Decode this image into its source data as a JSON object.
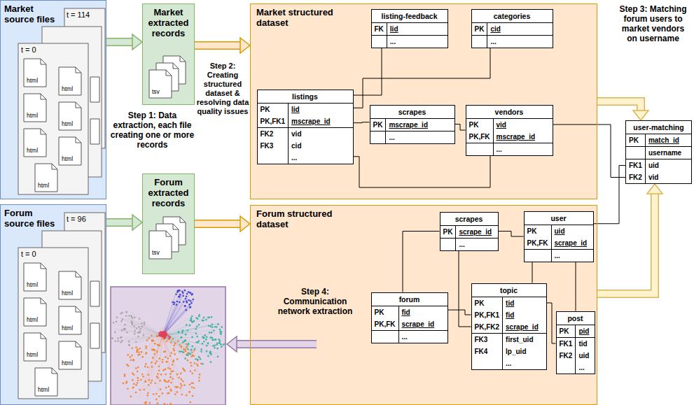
{
  "diagram": {
    "nodes": [
      {
        "text": [
          "Market source files"
        ]
      },
      {
        "text": [
          "Market extracted records"
        ]
      },
      {
        "text": [
          "Market structured dataset"
        ]
      },
      {
        "text": [
          "listing-feedback",
          "FK",
          "lid",
          "..."
        ],
        "in": 2
      },
      {
        "text": [
          "categories",
          "PK",
          "cid",
          "..."
        ],
        "in": 2
      },
      {
        "text": [
          "listings",
          "PK",
          "lid",
          "PK,FK1",
          "mscrape_id",
          "FK2",
          "vid",
          "FK3",
          "cid",
          "..."
        ],
        "in": 2
      },
      {
        "text": [
          "scrapes",
          "PK",
          "mscrape_id",
          "..."
        ],
        "in": 2
      },
      {
        "text": [
          "vendors",
          "PK",
          "vid",
          "PK,FK",
          "mscrape_id",
          "..."
        ],
        "in": 2
      },
      {
        "text": [
          "Forum source files"
        ]
      },
      {
        "text": [
          "Forum extracted records"
        ]
      },
      {
        "text": [
          "Forum structured dataset"
        ]
      },
      {
        "text": [
          "scrapes",
          "PK",
          "scrape_id",
          "..."
        ],
        "in": 10
      },
      {
        "text": [
          "user",
          "PK",
          "uid",
          "PK,FK",
          "scrape_id",
          "..."
        ],
        "in": 10
      },
      {
        "text": [
          "topic",
          "PK",
          "tid",
          "PK,FK1",
          "fid",
          "PK,FK2",
          "scrape_id",
          "FK3",
          "first_uid",
          "FK4",
          "lp_uid",
          "..."
        ],
        "in": 10
      },
      {
        "text": [
          "forum",
          "PK",
          "fid",
          "PK,FK",
          "scrape_id",
          "..."
        ],
        "in": 10
      },
      {
        "text": [
          "post",
          "PK",
          "pid",
          "FK1",
          "tid",
          "FK2",
          "uid",
          "..."
        ],
        "in": 10
      },
      {
        "text": [
          "user-matching",
          "PK",
          "match_id",
          "username",
          "FK1",
          "uid",
          "FK2",
          "vid"
        ]
      }
    ],
    "edges": [
      {
        "from": 0,
        "to": 1,
        "arrow": "to"
      },
      {
        "from": 1,
        "to": 2,
        "arrow": "to"
      },
      {
        "from": 8,
        "to": 9,
        "arrow": "to"
      },
      {
        "from": 9,
        "to": 10,
        "arrow": "to"
      },
      {
        "from": 2,
        "to": 16,
        "arrow": "to"
      },
      {
        "from": 10,
        "to": 16,
        "arrow": "to"
      },
      {
        "from": 3,
        "to": 5,
        "arrow": "none"
      },
      {
        "from": 4,
        "to": 5,
        "arrow": "none"
      },
      {
        "from": 5,
        "to": 6,
        "arrow": "none"
      },
      {
        "from": 5,
        "to": 7,
        "arrow": "none"
      },
      {
        "from": 6,
        "to": 7,
        "arrow": "none"
      },
      {
        "from": 7,
        "to": 16,
        "arrow": "none"
      },
      {
        "from": 11,
        "to": 12,
        "arrow": "none"
      },
      {
        "from": 11,
        "to": 14,
        "arrow": "none"
      },
      {
        "from": 11,
        "to": 13,
        "arrow": "none"
      },
      {
        "from": 14,
        "to": 13,
        "arrow": "none"
      },
      {
        "from": 12,
        "to": 13,
        "arrow": "none"
      },
      {
        "from": 12,
        "to": 15,
        "arrow": "none"
      },
      {
        "from": 13,
        "to": 15,
        "arrow": "none"
      },
      {
        "from": 12,
        "to": 16,
        "arrow": "none"
      }
    ],
    "labels": [
      "t = 114",
      "t = 0",
      "html",
      "html",
      "html",
      "html",
      "html",
      "html",
      "html",
      "tsv",
      "t = 96",
      "t = 0",
      "html",
      "html",
      "html",
      "html",
      "html",
      "html",
      "html",
      "tsv",
      "Step 1: Data extraction, each file creating one or more records",
      "Step 2: Creating structured dataset & resolving data quality issues",
      "Step 3: Matching forum users to market vendors on username",
      "Step 4: Communication network extraction"
    ]
  }
}
